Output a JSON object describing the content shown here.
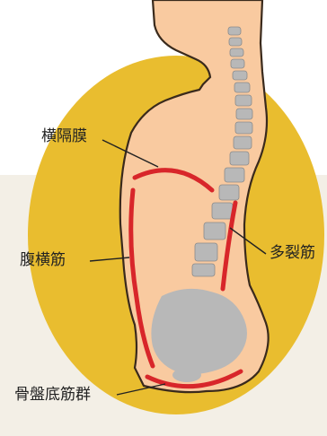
{
  "labels": {
    "diaphragm": "横隔膜",
    "transversus_abdominis": "腹横筋",
    "multifidus": "多裂筋",
    "pelvic_floor": "骨盤底筋群"
  },
  "colors": {
    "background_panel": "#f3efe6",
    "circle": "#e9bd2f",
    "skin": "#f9caa0",
    "outline": "#3a2a1c",
    "bone": "#b8b8b8",
    "muscle": "#d8262a"
  },
  "icons": [
    "body-silhouette",
    "spine",
    "pelvis"
  ]
}
